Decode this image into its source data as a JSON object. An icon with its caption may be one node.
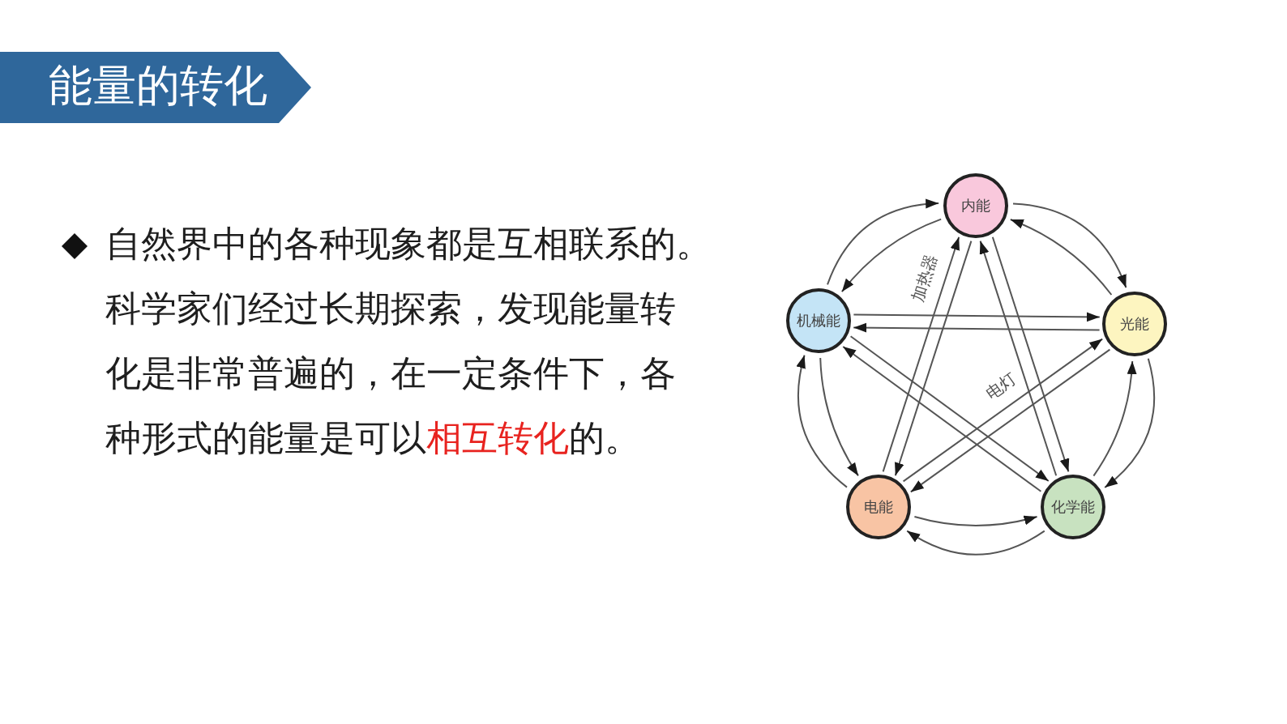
{
  "diagram": {
    "title": "能量的转化",
    "nodes": [
      {
        "text": [
          "内能"
        ]
      },
      {
        "text": [
          "机械能"
        ]
      },
      {
        "text": [
          "光能"
        ]
      },
      {
        "text": [
          "电能"
        ]
      },
      {
        "text": [
          "化学能"
        ]
      }
    ],
    "edges": [
      {
        "from": 1,
        "to": 0,
        "arrow": "to"
      },
      {
        "from": 0,
        "to": 1,
        "arrow": "to"
      },
      {
        "from": 0,
        "to": 2,
        "arrow": "to"
      },
      {
        "from": 2,
        "to": 0,
        "arrow": "to"
      },
      {
        "from": 2,
        "to": 4,
        "arrow": "to"
      },
      {
        "from": 4,
        "to": 2,
        "arrow": "to"
      },
      {
        "from": 4,
        "to": 3,
        "arrow": "to"
      },
      {
        "from": 3,
        "to": 4,
        "arrow": "to"
      },
      {
        "from": 3,
        "to": 1,
        "arrow": "to"
      },
      {
        "from": 1,
        "to": 3,
        "arrow": "to"
      },
      {
        "from": 1,
        "to": 2,
        "arrow": "to"
      },
      {
        "from": 2,
        "to": 1,
        "arrow": "to"
      },
      {
        "from": 3,
        "to": 0,
        "arrow": "to",
        "label": "加热器"
      },
      {
        "from": 0,
        "to": 3,
        "arrow": "to"
      },
      {
        "from": 4,
        "to": 0,
        "arrow": "to"
      },
      {
        "from": 0,
        "to": 4,
        "arrow": "to"
      },
      {
        "from": 1,
        "to": 4,
        "arrow": "to"
      },
      {
        "from": 4,
        "to": 1,
        "arrow": "to"
      },
      {
        "from": 3,
        "to": 2,
        "arrow": "to",
        "label": "电灯"
      },
      {
        "from": 2,
        "to": 3,
        "arrow": "to"
      }
    ],
    "labels": [
      "自然界中的各种现象都是互相联系的。",
      "科学家们经过长期探索，发现能量转化是非常普遍的，在一定条件下，各种形式的能量是可以**相互转化**的。"
    ]
  }
}
